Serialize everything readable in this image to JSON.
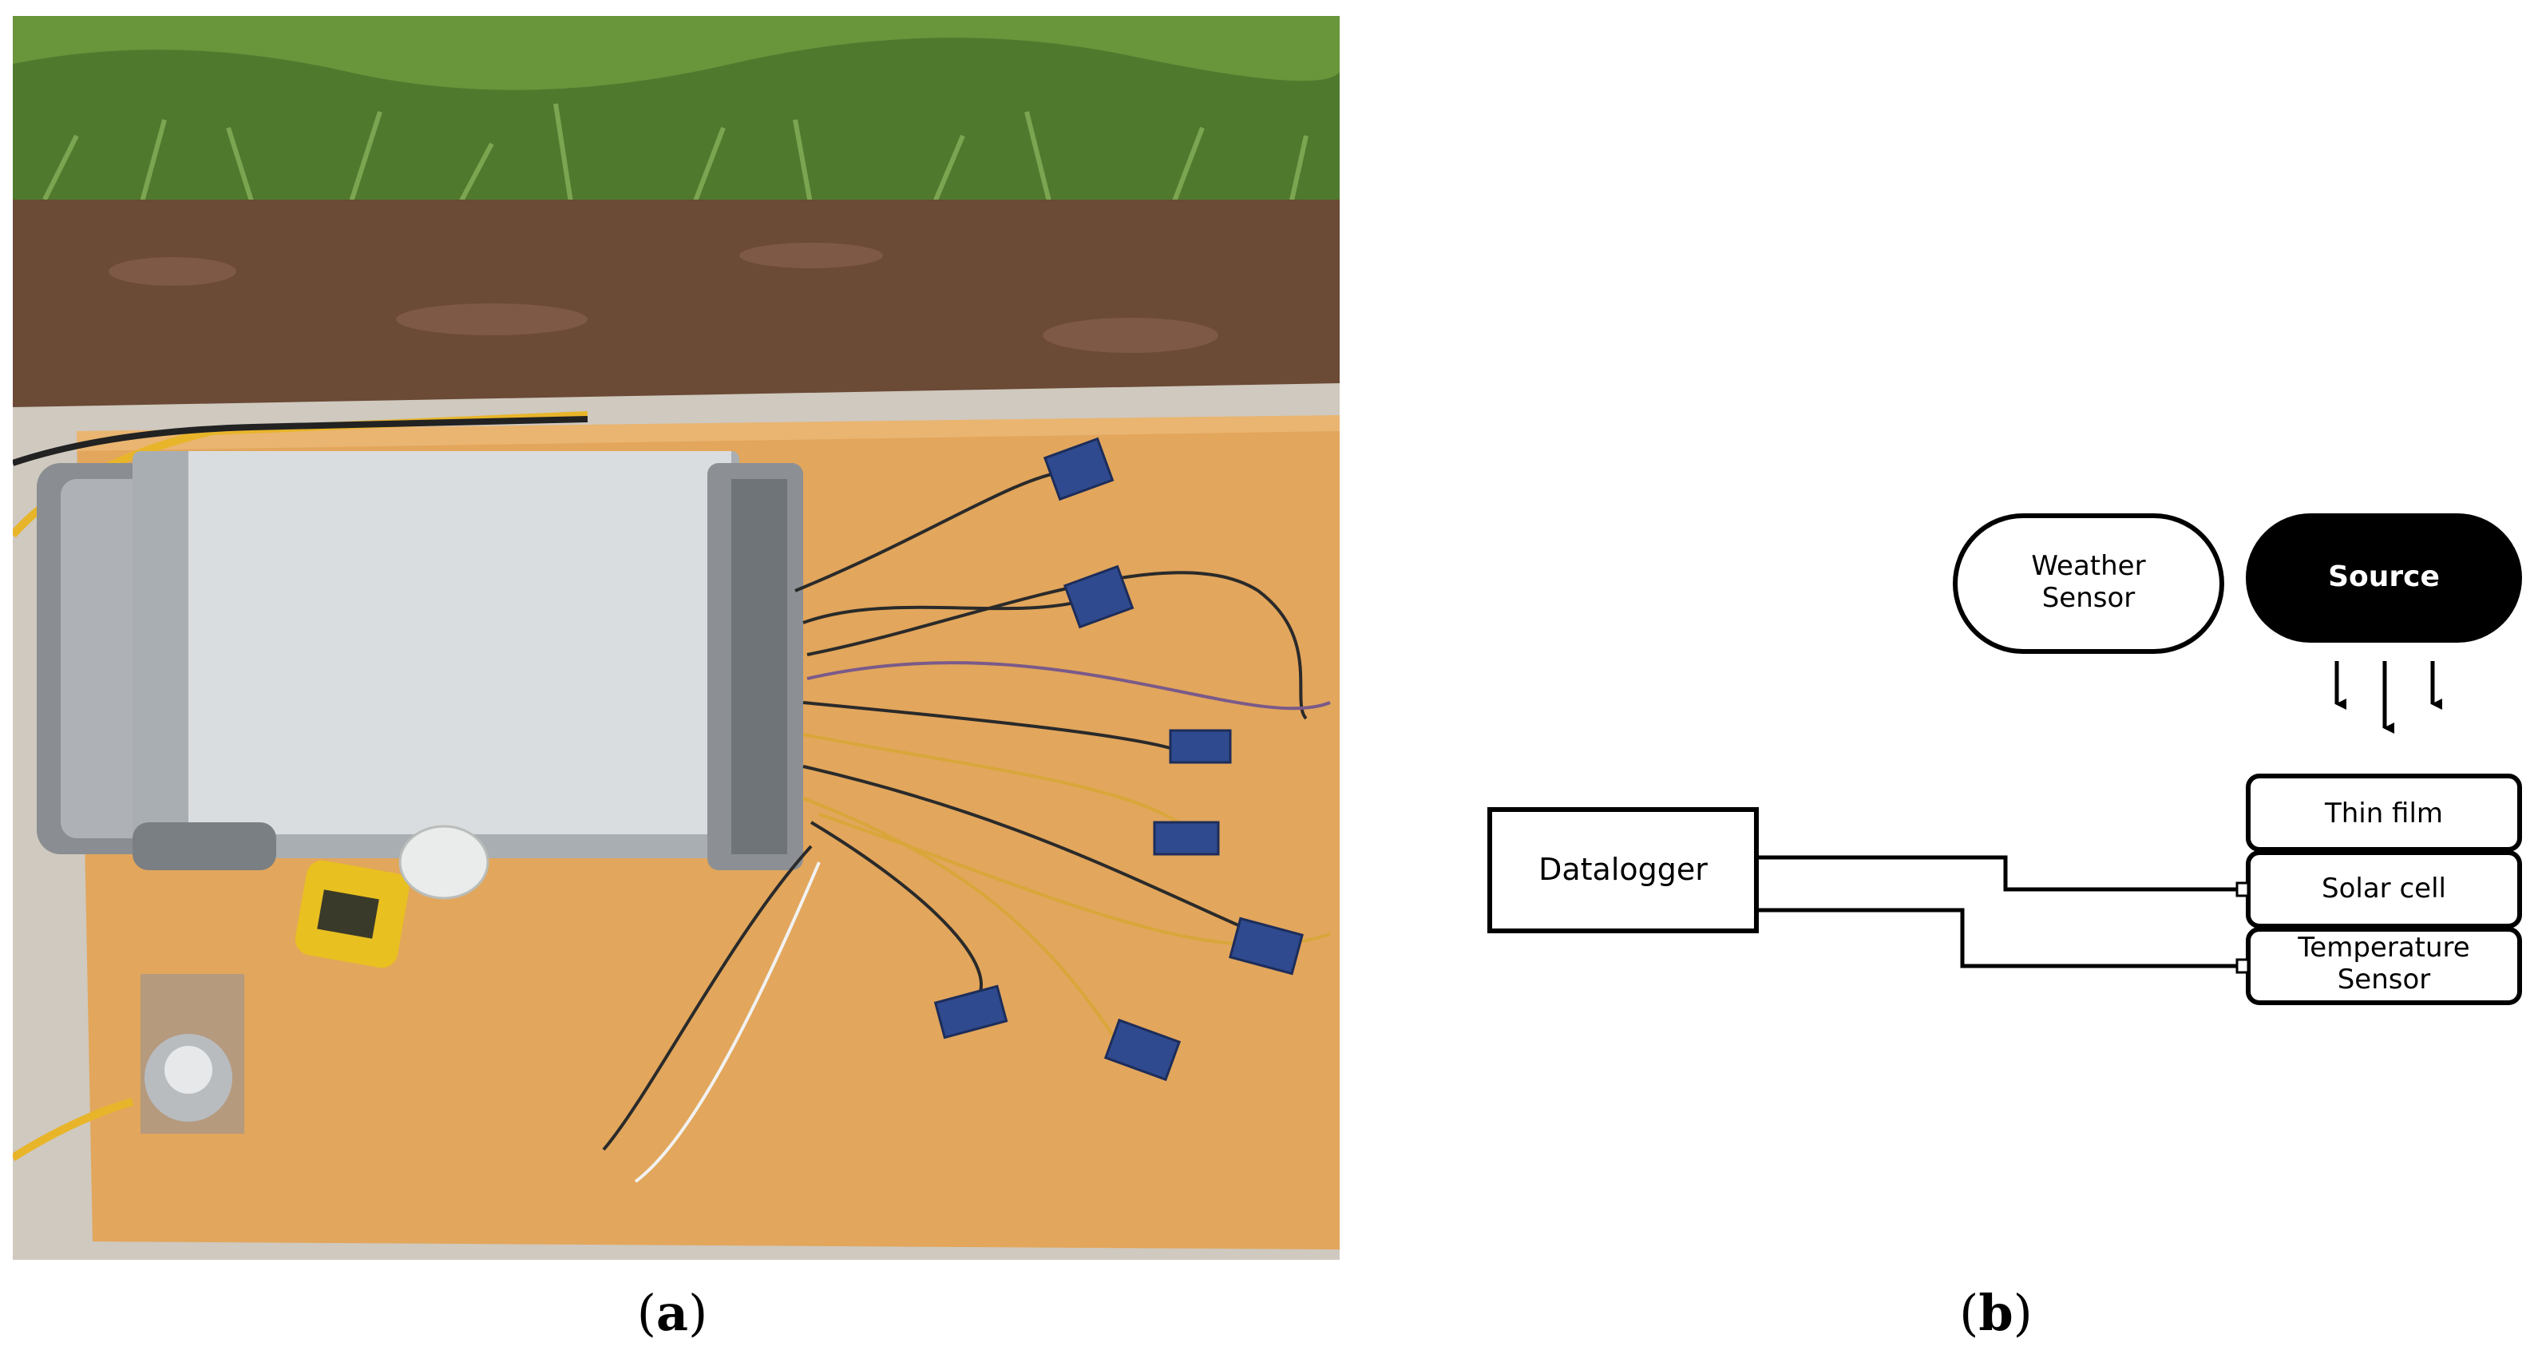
{
  "captions": {
    "a": "a",
    "b": "b"
  },
  "diagram": {
    "nodes": {
      "weather_sensor": [
        "Weather",
        "Sensor"
      ],
      "source": "Source",
      "thin_film": "Thin film",
      "solar_cell": "Solar cell",
      "temperature_sensor": [
        "Temperature",
        "Sensor"
      ],
      "datalogger": "Datalogger"
    },
    "edges": [
      {
        "from": "source",
        "to": "thin_film",
        "label": ""
      },
      {
        "from": "datalogger",
        "to": "solar_cell",
        "label": ""
      },
      {
        "from": "datalogger",
        "to": "temperature_sensor",
        "label": ""
      }
    ]
  }
}
